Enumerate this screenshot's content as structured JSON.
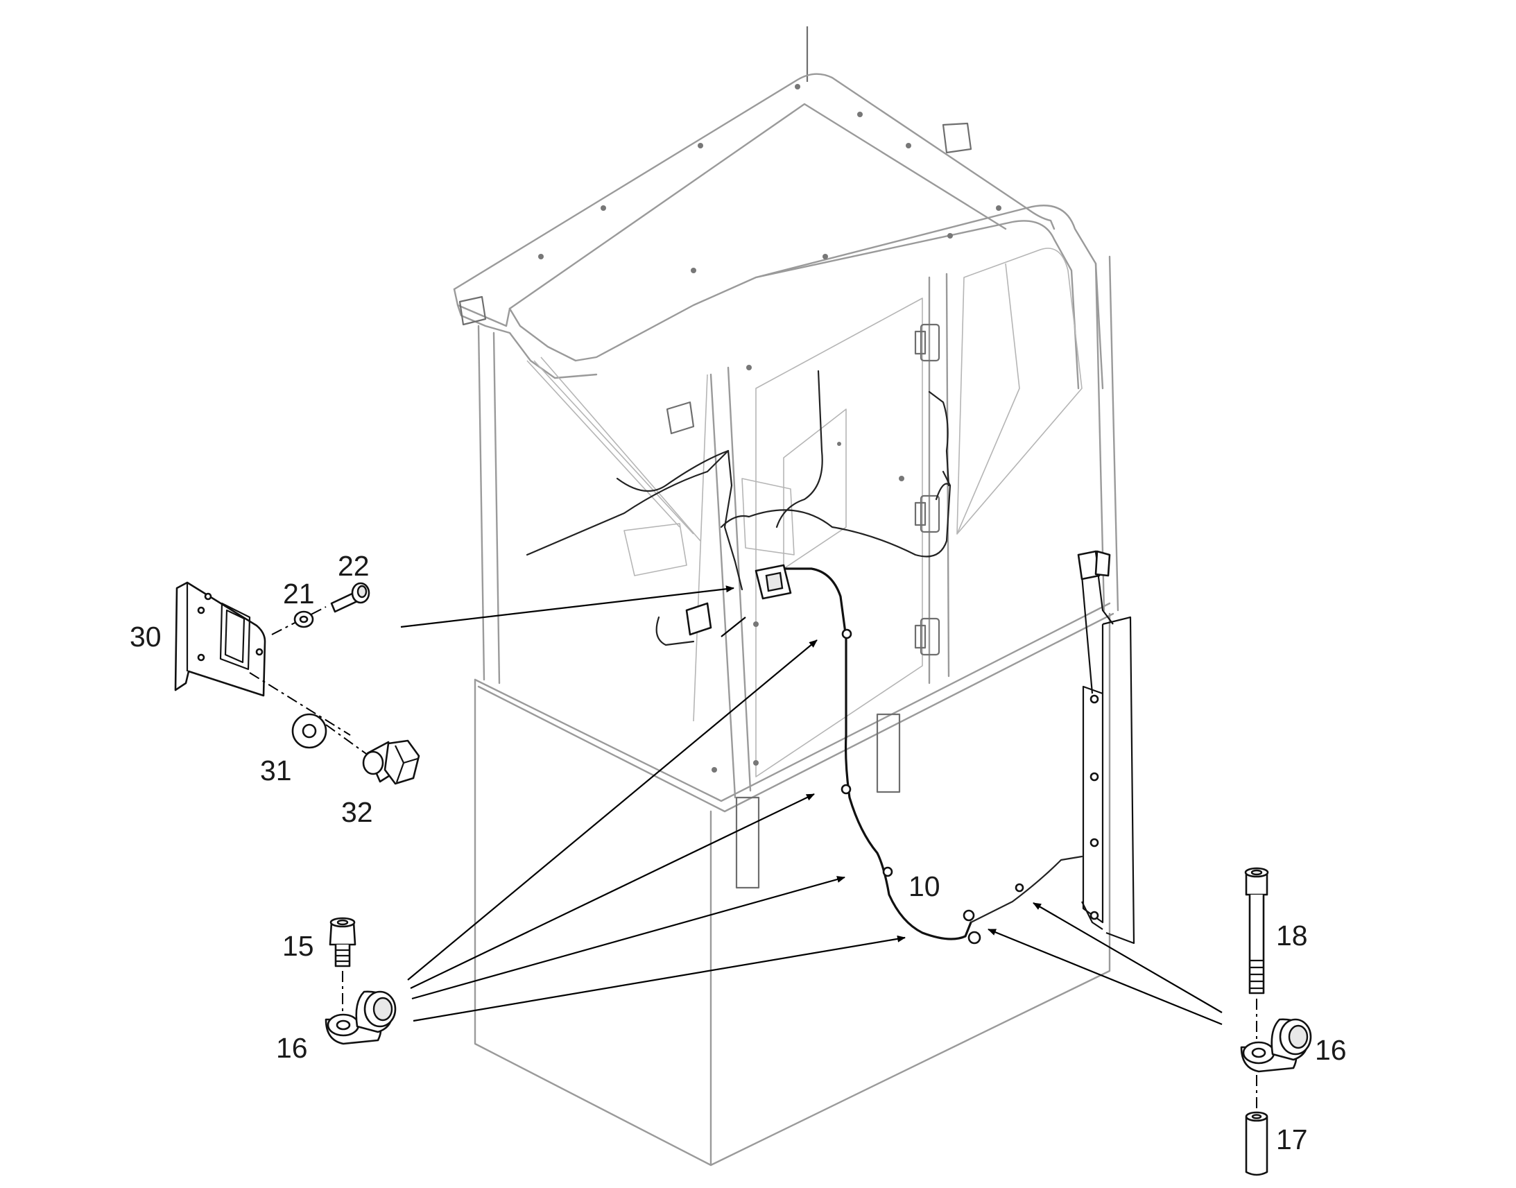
{
  "labels": {
    "p10": "10",
    "p15": "15",
    "p16_left": "16",
    "p16_right": "16",
    "p17": "17",
    "p18": "18",
    "p21": "21",
    "p22": "22",
    "p30": "30",
    "p31": "31",
    "p32": "32"
  },
  "colors": {
    "cab_outline": "#9a9a9a",
    "harness": "#111111",
    "labels": "#1a1a1a"
  }
}
